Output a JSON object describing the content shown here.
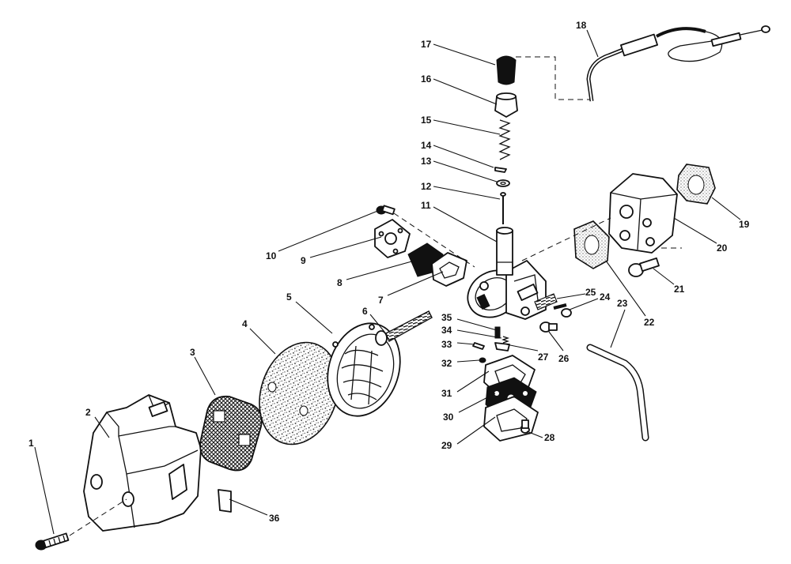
{
  "diagram": {
    "callouts": [
      {
        "id": "1",
        "label": "1"
      },
      {
        "id": "2",
        "label": "2"
      },
      {
        "id": "3",
        "label": "3"
      },
      {
        "id": "4",
        "label": "4"
      },
      {
        "id": "5",
        "label": "5"
      },
      {
        "id": "6",
        "label": "6"
      },
      {
        "id": "7",
        "label": "7"
      },
      {
        "id": "8",
        "label": "8"
      },
      {
        "id": "9",
        "label": "9"
      },
      {
        "id": "10",
        "label": "10"
      },
      {
        "id": "11",
        "label": "11"
      },
      {
        "id": "12",
        "label": "12"
      },
      {
        "id": "13",
        "label": "13"
      },
      {
        "id": "14",
        "label": "14"
      },
      {
        "id": "15",
        "label": "15"
      },
      {
        "id": "16",
        "label": "16"
      },
      {
        "id": "17",
        "label": "17"
      },
      {
        "id": "18",
        "label": "18"
      },
      {
        "id": "19",
        "label": "19"
      },
      {
        "id": "20",
        "label": "20"
      },
      {
        "id": "21",
        "label": "21"
      },
      {
        "id": "22",
        "label": "22"
      },
      {
        "id": "23",
        "label": "23"
      },
      {
        "id": "24",
        "label": "24"
      },
      {
        "id": "25",
        "label": "25"
      },
      {
        "id": "26",
        "label": "26"
      },
      {
        "id": "27",
        "label": "27"
      },
      {
        "id": "28",
        "label": "28"
      },
      {
        "id": "29",
        "label": "29"
      },
      {
        "id": "30",
        "label": "30"
      },
      {
        "id": "31",
        "label": "31"
      },
      {
        "id": "32",
        "label": "32"
      },
      {
        "id": "33",
        "label": "33"
      },
      {
        "id": "34",
        "label": "34"
      },
      {
        "id": "35",
        "label": "35"
      },
      {
        "id": "36",
        "label": "36"
      }
    ]
  }
}
